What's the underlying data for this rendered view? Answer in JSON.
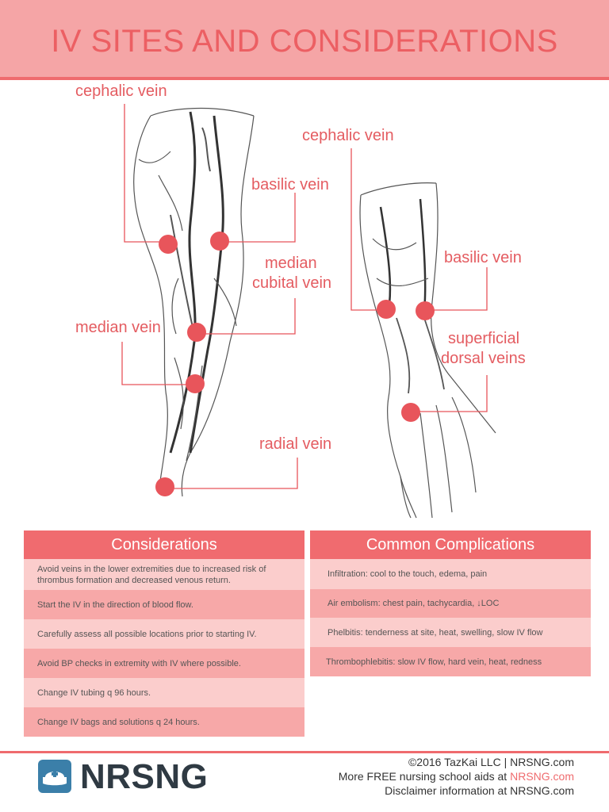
{
  "page": {
    "title": "IV SITES AND CONSIDERATIONS"
  },
  "labels": {
    "arm_cephalic": "cephalic vein",
    "arm_basilic": "basilic vein",
    "arm_median_cubital_1": "median",
    "arm_median_cubital_2": "cubital vein",
    "arm_median": "median vein",
    "arm_radial": "radial vein",
    "hand_cephalic": "cephalic vein",
    "hand_basilic": "basilic vein",
    "hand_dorsal_1": "superficial",
    "hand_dorsal_2": "dorsal veins"
  },
  "considerations": {
    "header": "Considerations",
    "items": [
      "Avoid veins in the lower extremities due to increased risk of thrombus formation and decreased venous return.",
      "Start the IV in the direction of blood flow.",
      "Carefully assess all possible locations prior to starting IV.",
      "Avoid BP checks in extremity with IV where possible.",
      "Change IV tubing q 96 hours.",
      "Change IV bags and solutions q 24 hours."
    ]
  },
  "complications": {
    "header": "Common Complications",
    "items": [
      "Infiltration: cool to the touch, edema, pain",
      "Air embolism: chest pain, tachycardia, ↓LOC",
      "Phelbitis: tenderness at site, heat, swelling, slow IV flow",
      "Thrombophlebitis: slow IV flow, hard vein, heat, redness"
    ]
  },
  "footer": {
    "brand": "NRSNG",
    "copyright": "©2016 TazKai LLC | NRSNG.com",
    "more_prefix": "More FREE nursing school aids at ",
    "more_link": "NRSNG.com",
    "disclaimer": "Disclaimer information at NRSNG.com"
  },
  "colors": {
    "accent": "#ef6b6e",
    "header_bg": "#f5a5a6",
    "row_light": "#fbcdcc",
    "row_dark": "#f7a8a8",
    "marker": "#e8555b",
    "brand_blue": "#3b7fa9"
  },
  "icons": {
    "logo": "nurse-cap-cross-icon"
  }
}
